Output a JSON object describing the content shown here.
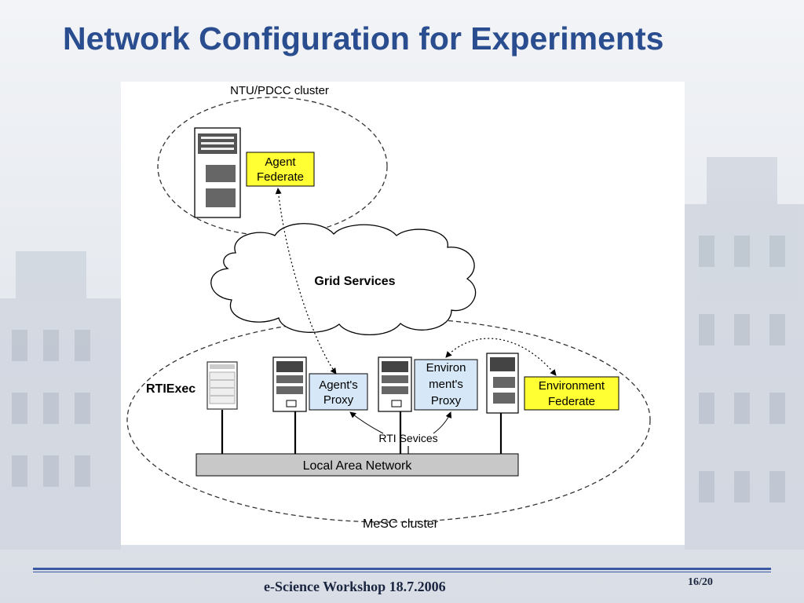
{
  "slide": {
    "title": "Network Configuration for Experiments",
    "footer": "e-Science Workshop 18.7.2006",
    "page_number": "16/20"
  },
  "diagram": {
    "ntu_cluster_label": "NTU/PDCC cluster",
    "agent_federate": [
      "Agent",
      "Federate"
    ],
    "grid_services": "Grid Services",
    "rtiexec": "RTIExec",
    "agents_proxy": [
      "Agent's",
      "Proxy"
    ],
    "environments_proxy": [
      "Environ",
      "ment's",
      "Proxy"
    ],
    "environment_federate": [
      "Environment",
      "Federate"
    ],
    "rti_services": "RTI Sevices",
    "lan": "Local Area Network",
    "mesc_cluster_label": "MeSC cluster"
  },
  "colors": {
    "title": "#2a4d8f",
    "federate_fill": "#ffff33",
    "proxy_fill": "#d6e8f7",
    "lan_fill": "#c8c8c8",
    "footer_rule": "#3a5ba4"
  }
}
